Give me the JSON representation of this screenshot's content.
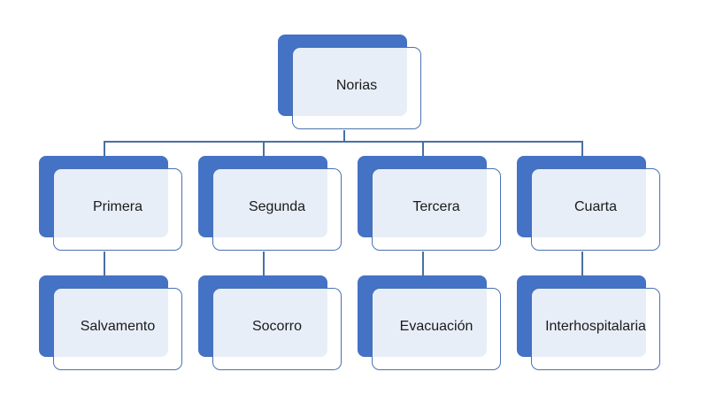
{
  "root": {
    "label": "Norias"
  },
  "children": [
    {
      "label": "Primera",
      "child": "Salvamento"
    },
    {
      "label": "Segunda",
      "child": "Socorro"
    },
    {
      "label": "Tercera",
      "child": "Evacuación"
    },
    {
      "label": "Cuarta",
      "child": "Interhospitalaria"
    }
  ],
  "colors": {
    "accent": "#4472c4",
    "border": "#4a72b0"
  }
}
